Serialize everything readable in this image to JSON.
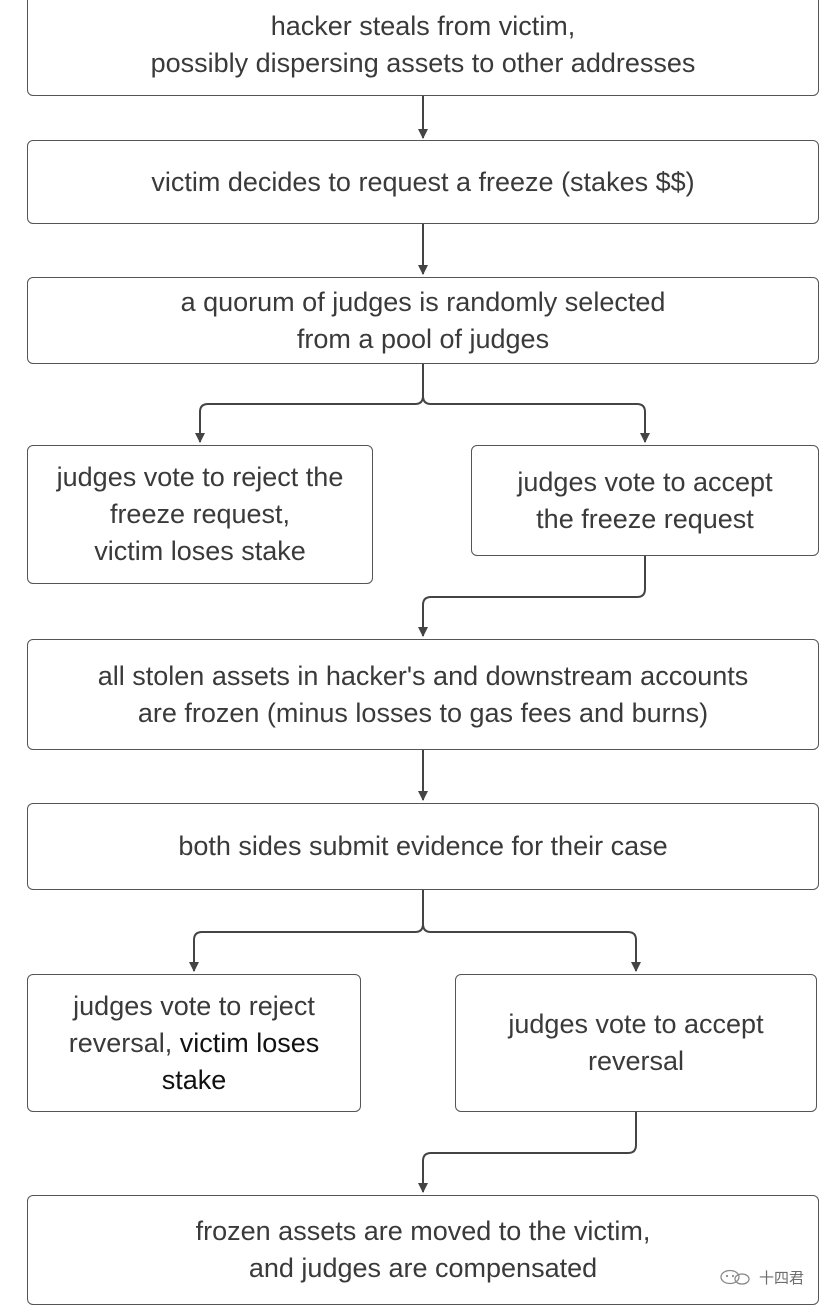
{
  "steps": {
    "theft": {
      "line1": "hacker steals from victim,",
      "line2": "possibly dispersing assets to other addresses"
    },
    "freeze_request": {
      "line1": "victim decides to request a freeze (stakes $$)"
    },
    "quorum": {
      "line1": "a quorum of judges is randomly selected",
      "line2": "from a pool of judges"
    },
    "reject_freeze": {
      "line1": "judges vote to reject the",
      "line2": "freeze request,",
      "line3": "victim loses stake"
    },
    "accept_freeze": {
      "line1": "judges vote to accept",
      "line2": "the freeze request"
    },
    "frozen": {
      "line1": "all stolen assets in hacker's and downstream accounts",
      "line2": "are frozen (minus losses to gas fees and burns)"
    },
    "evidence": {
      "line1": "both sides submit evidence for their case"
    },
    "reject_reversal": {
      "line1": "judges vote to reject",
      "line2a": "reversal, ",
      "line2b": "victim loses",
      "line3": "stake"
    },
    "accept_reversal": {
      "line1": "judges vote to accept",
      "line2": "reversal"
    },
    "compensation": {
      "line1": "frozen assets are moved to the victim,",
      "line2": "and judges are compensated"
    }
  },
  "watermark": {
    "text": "十四君"
  },
  "colors": {
    "box_border": "#555555",
    "arrow": "#444444",
    "text": "#3a3a3a"
  }
}
